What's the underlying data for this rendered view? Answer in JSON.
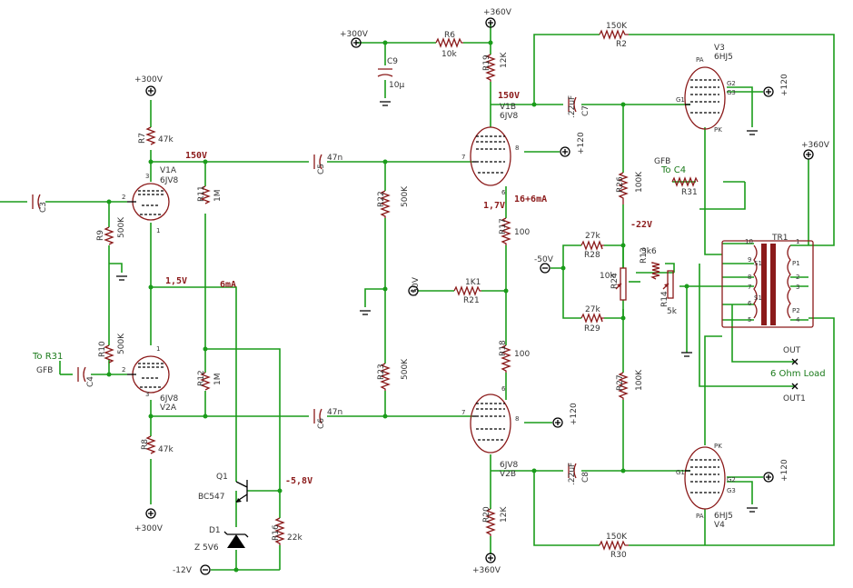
{
  "rails": {
    "p300_top": "+300V",
    "p300_mid": "+300V",
    "p300_bot": "+300V",
    "p360_top": "+360V",
    "p360_bot": "+360V",
    "p360_right": "+360V",
    "m50_left": "-50V",
    "m50_right": "-50V",
    "m12": "-12V",
    "p120_v1b": "+120",
    "p120_v2b": "+120",
    "p120_v3": "+120",
    "p120_v4": "+120"
  },
  "voltages": {
    "v150_left": "150V",
    "v150_right": "150V",
    "v1_5": "1,5V",
    "v1_7": "1,7V",
    "i6ma": "6mA",
    "i16": "16+6mA",
    "vm22": "-22V",
    "vm5_8": "-5,8V"
  },
  "resistors": {
    "R7": {
      "ref": "R7",
      "val": "47k"
    },
    "R9": {
      "ref": "R9",
      "val": "500K"
    },
    "R10": {
      "ref": "R10",
      "val": "500K"
    },
    "R8": {
      "ref": "R8",
      "val": "47k"
    },
    "R11": {
      "ref": "R11",
      "val": "1M"
    },
    "R12": {
      "ref": "R12",
      "val": "1M"
    },
    "R6": {
      "ref": "R6",
      "val": "10k"
    },
    "R19": {
      "ref": "R19",
      "val": "12K"
    },
    "R22": {
      "ref": "R22",
      "val": "500K"
    },
    "R23": {
      "ref": "R23",
      "val": "500K"
    },
    "R21": {
      "ref": "R21",
      "val": "1K1"
    },
    "R17": {
      "ref": "R17",
      "val": "100"
    },
    "R18": {
      "ref": "R18",
      "val": "100"
    },
    "R20": {
      "ref": "R20",
      "val": "12K"
    },
    "R2": {
      "ref": "R2",
      "val": "150K"
    },
    "R30": {
      "ref": "R30",
      "val": "150K"
    },
    "R26": {
      "ref": "R26",
      "val": "100K"
    },
    "R27": {
      "ref": "R27",
      "val": "100K"
    },
    "R28": {
      "ref": "R28",
      "val": "27k"
    },
    "R29": {
      "ref": "R29",
      "val": "27k"
    },
    "R24": {
      "ref": "R24",
      "val": "10k"
    },
    "R13": {
      "ref": "R13",
      "val": "3k6"
    },
    "R14": {
      "ref": "R14",
      "val": "5k"
    },
    "R31": {
      "ref": "R31",
      "val": ""
    },
    "R16": {
      "ref": "R16",
      "val": "22k"
    }
  },
  "capacitors": {
    "C3": {
      "ref": "C3",
      "val": ""
    },
    "C4": {
      "ref": "C4",
      "val": ""
    },
    "C5": {
      "ref": "C5",
      "val": "47n"
    },
    "C6": {
      "ref": "C6",
      "val": "47n"
    },
    "C7": {
      "ref": "C7",
      "val": ".22uF"
    },
    "C8": {
      "ref": "C8",
      "val": ".22uF"
    },
    "C9": {
      "ref": "C9",
      "val": "10µ"
    }
  },
  "tubes": {
    "V1A": {
      "ref": "V1A",
      "type": "6JV8"
    },
    "V2A": {
      "ref": "V2A",
      "type": "6JV8"
    },
    "V1B": {
      "ref": "V1B",
      "type": "6JV8"
    },
    "V2B": {
      "ref": "V2B",
      "type": "6JV8"
    },
    "V3": {
      "ref": "V3",
      "type": "6HJ5"
    },
    "V4": {
      "ref": "V4",
      "type": "6HJ5"
    }
  },
  "semis": {
    "Q1": {
      "ref": "Q1",
      "type": "BC547"
    },
    "D1": {
      "ref": "D1",
      "type": "Z 5V6"
    }
  },
  "transformer": {
    "ref": "TR1",
    "out": "OUT",
    "out1": "OUT1",
    "load": "6 Ohm Load",
    "pins": [
      "10",
      "9",
      "8",
      "7",
      "6",
      "5",
      "1",
      "2",
      "3",
      "4"
    ],
    "tags": [
      "S1",
      "S1",
      "P1",
      "P2"
    ]
  },
  "notes": {
    "to_r31": "To R31",
    "gfb_left": "GFB",
    "gfb_right": "GFB",
    "to_c4": "To C4"
  },
  "tube_pins": {
    "pa": "PA",
    "pk": "PK",
    "g1": "G1",
    "g2": "G2",
    "g3": "G3"
  }
}
